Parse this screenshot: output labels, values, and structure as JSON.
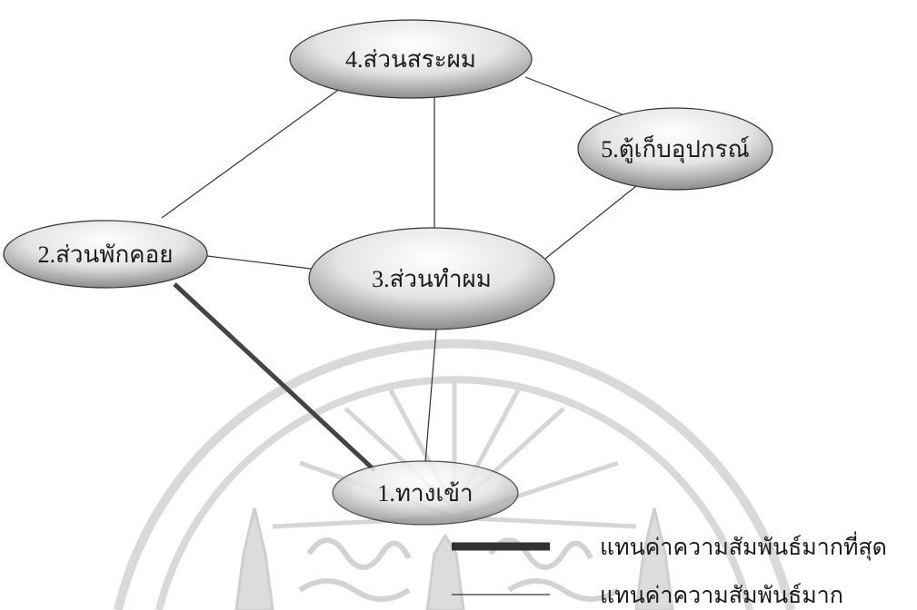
{
  "diagram": {
    "nodes": {
      "entrance": "1.ทางเข้า",
      "waiting": "2.ส่วนพักคอย",
      "hair_work": "3.ส่วนทำผม",
      "hair_wash": "4.ส่วนสระผม",
      "storage": "5.ตู้เก็บอุปกรณ์"
    },
    "connections": [
      {
        "from": "hair_wash",
        "to": "waiting",
        "strength": "high"
      },
      {
        "from": "hair_wash",
        "to": "hair_work",
        "strength": "high"
      },
      {
        "from": "hair_wash",
        "to": "storage",
        "strength": "high"
      },
      {
        "from": "storage",
        "to": "hair_work",
        "strength": "high"
      },
      {
        "from": "waiting",
        "to": "hair_work",
        "strength": "high"
      },
      {
        "from": "waiting",
        "to": "entrance",
        "strength": "highest"
      },
      {
        "from": "hair_work",
        "to": "entrance",
        "strength": "high"
      }
    ]
  },
  "legend": {
    "highest": "แทนค่าความสัมพันธ์มากที่สุด",
    "high": "แทนค่าความสัมพันธ์มาก"
  },
  "colors": {
    "node_light": "#ffffff",
    "node_dark": "#8c8c8c",
    "line": "#333333",
    "watermark": "#cfcfcf"
  }
}
